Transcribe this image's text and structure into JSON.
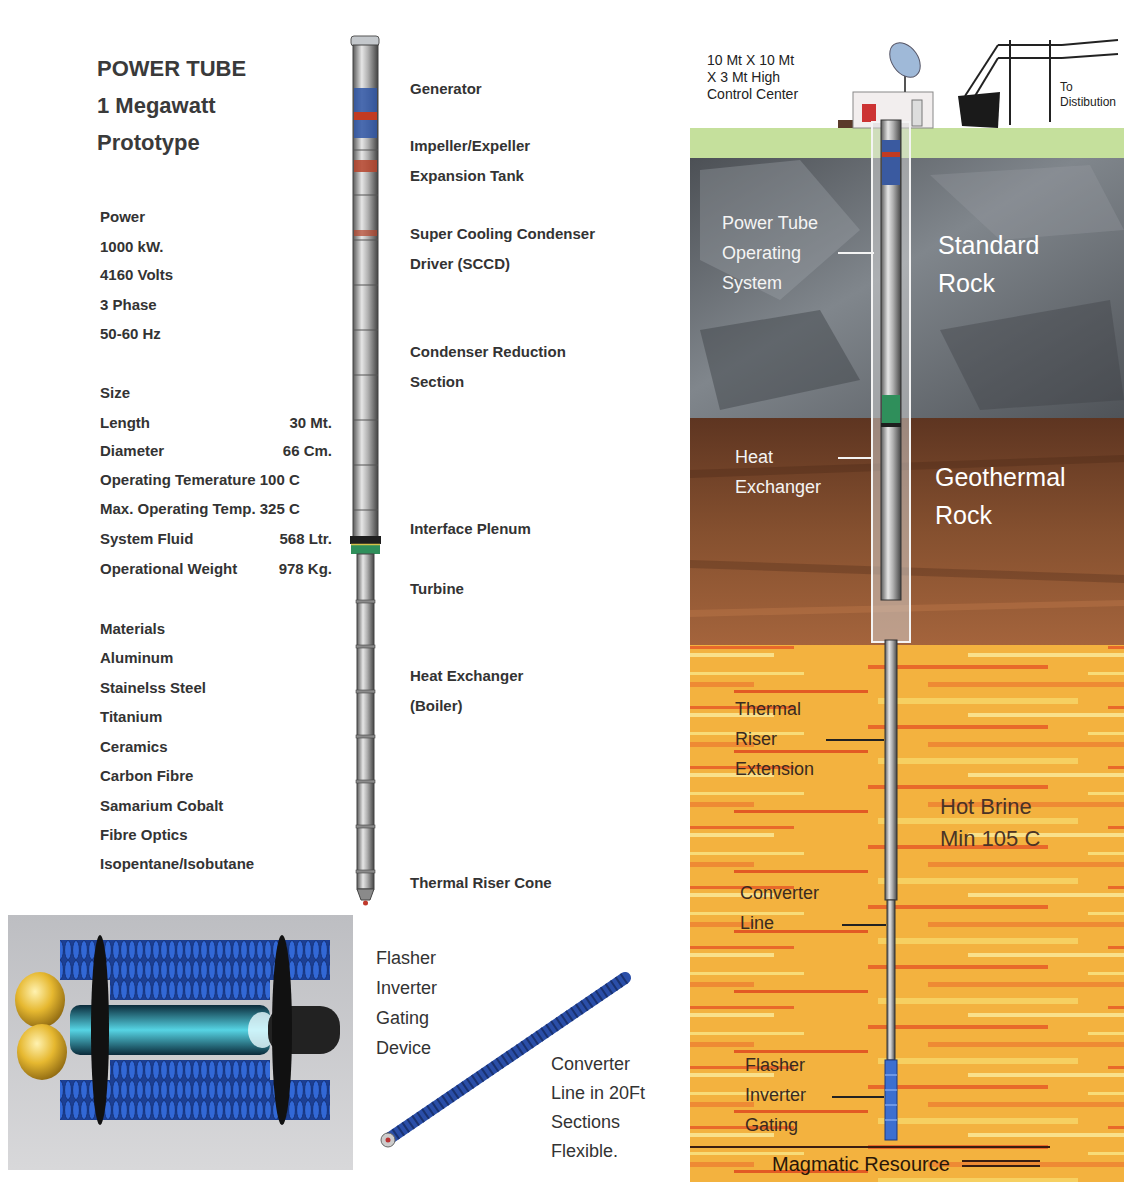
{
  "diagram": {
    "title": "POWER TUBE 1 Megawatt Prototype",
    "nodes": [
      {
        "text": [
          "Standard Rock"
        ]
      },
      {
        "text": [
          "Geothermal Rock"
        ]
      },
      {
        "text": [
          "Hot Brine Min 105 C"
        ]
      }
    ],
    "labels": [
      "Power",
      "1000 kW.",
      "4160 Volts",
      "3 Phase",
      "50-60 Hz",
      "Size",
      "Length",
      "30 Mt.",
      "Diameter",
      "66 Cm.",
      "Operating Temerature 100 C",
      "Max. Operating Temp. 325 C",
      "System Fluid",
      "568 Ltr.",
      "Operational Weight",
      "978 Kg.",
      "Materials",
      "Aluminum",
      "Stainelss Steel",
      "Titanium",
      "Ceramics",
      "Carbon Fibre",
      "Samarium Cobalt",
      "Fibre Optics",
      "Isopentane/Isobutane",
      "Generator",
      "Impeller/Expeller Expansion Tank",
      "Super Cooling Condenser Driver (SCCD)",
      "Condenser Reduction Section",
      "Interface Plenum",
      "Turbine",
      "Heat Exchanger (Boiler)",
      "Thermal Riser Cone",
      "10 Mt X 10 Mt X 3 Mt High Control Center",
      "To Distibution",
      "Power Tube Operating System",
      "Heat Exchanger",
      "Thermal Riser Extension",
      "Converter Line",
      "Flasher Inverter Gating",
      "Magmatic Resource",
      "Flasher Inverter Gating Device",
      "Converter Line in 20Ft Sections Flexible."
    ]
  }
}
